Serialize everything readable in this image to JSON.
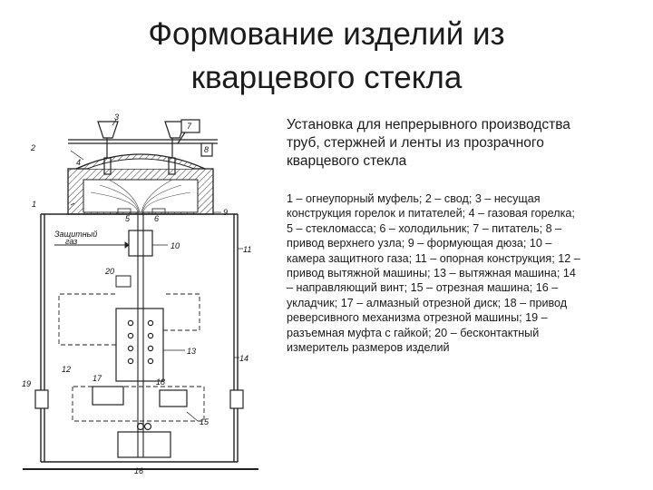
{
  "slide": {
    "title_line1": "Формование изделий из",
    "title_line2": "кварцевого стекла"
  },
  "description": {
    "lines": [
      "Установка для непрерывного производства",
      "труб, стержней и ленты из прозрачного",
      "кварцевого стекла"
    ]
  },
  "legend": {
    "lines": [
      "1 – огнеупорный муфель; 2 – свод; 3 – несущая",
      "конструкция горелок и питателей; 4 – газовая горелка;",
      "5 – стекломасса; 6 – холодильник; 7 – питатель; 8 –",
      "привод верхнего узла; 9 – формующая дюза; 10 –",
      "камера защитного газа; 11 – опорная конструкция; 12 –",
      "привод вытяжной машины; 13 – вытяжная машина; 14",
      "– направляющий винт; 15 – отрезная машина; 16 –",
      "укладчик; 17 – алмазный отрезной диск; 18 – привод",
      "реверсивного механизма отрезной машины; 19 –",
      "разъемная муфта с гайкой; 20 – бесконтактный",
      "измеритель размеров изделий"
    ]
  },
  "diagram": {
    "labels": {
      "l1": "1",
      "l2": "2",
      "l3": "3",
      "l4": "4",
      "l5": "5",
      "l6": "6",
      "l7": "7",
      "l8": "8",
      "l9": "9",
      "l10": "10",
      "l11": "11",
      "l12": "12",
      "l13": "13",
      "l14": "14",
      "l15": "15",
      "l16": "16",
      "l17": "17",
      "l18": "18",
      "l19": "19",
      "l20": "20"
    },
    "gas_label_1": "Защитный",
    "gas_label_2": "газ"
  }
}
